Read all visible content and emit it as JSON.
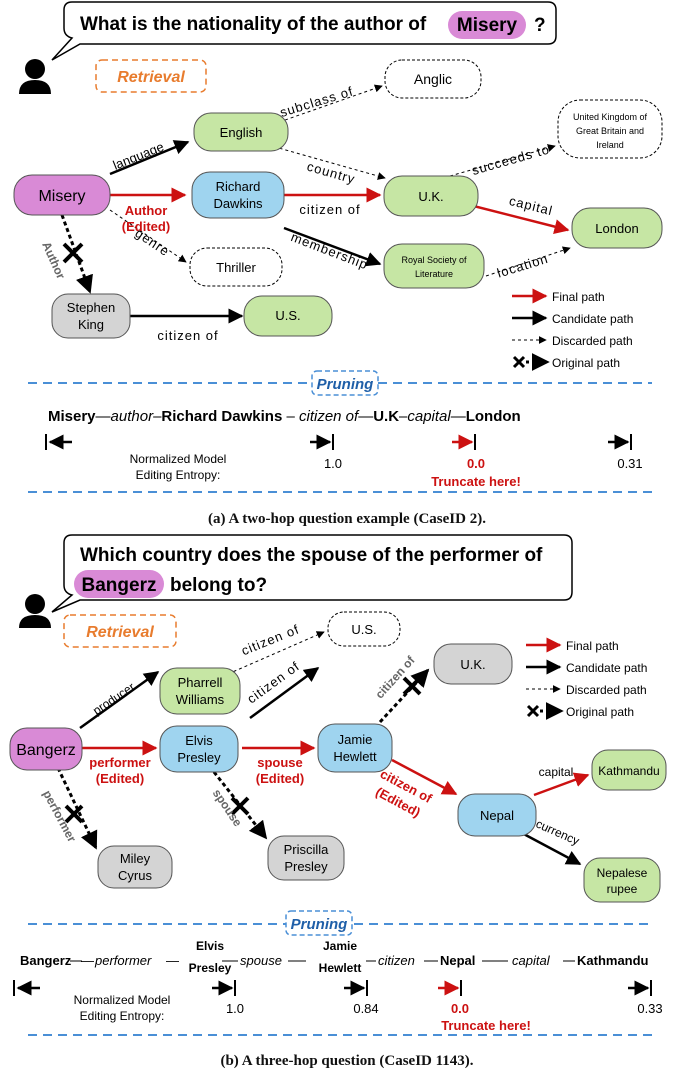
{
  "panel_a": {
    "question_prefix": "What is the nationality of the author of",
    "question_entity": "Misery",
    "question_suffix": "?",
    "retrieval_label": "Retrieval",
    "pruning_label": "Pruning",
    "nodes": {
      "misery": "Misery",
      "english": "English",
      "anglic": "Anglic",
      "uk_full": [
        "United Kingdom of",
        "Great Britain and",
        "Ireland"
      ],
      "richard": [
        "Richard",
        "Dawkins"
      ],
      "uk": "U.K.",
      "london": "London",
      "thriller": "Thriller",
      "rsl": [
        "Royal Society of",
        "Literature"
      ],
      "stephen": [
        "Stephen",
        "King"
      ],
      "us": "U.S."
    },
    "edges": {
      "language": "language",
      "subclass_of": "subclass of",
      "country": "country",
      "succeeds_to": "succeeds to",
      "author_edited": [
        "Author",
        "(Edited)"
      ],
      "citizen_of": "citizen of",
      "capital": "capital",
      "author_original": "Author",
      "genre": "genre",
      "membership": "membership",
      "location": "location",
      "citizen_of_2": "citizen of"
    },
    "legend": {
      "final": "Final path",
      "candidate": "Candidate path",
      "discarded": "Discarded path",
      "original": "Original path"
    },
    "path": {
      "misery": "Misery",
      "dash1": "—",
      "author": "author",
      "dash2": "–",
      "richard": "Richard Dawkins",
      "dash3": " – ",
      "citizen_of": "citizen of",
      "dash4": "—",
      "uk": "U.K",
      "dash5": "–",
      "capital": "capital",
      "dash6": "—",
      "london": "London"
    },
    "entropy_label": [
      "Normalized Model",
      "Editing Entropy:"
    ],
    "entropy_values": [
      "1.0",
      "0.0",
      "0.31"
    ],
    "truncate": "Truncate here!",
    "caption": "(a) A two-hop question example (CaseID 2)."
  },
  "panel_b": {
    "question_line1": "Which country does the spouse of the performer of",
    "question_entity": "Bangerz",
    "question_line2_suffix": "belong to?",
    "retrieval_label": "Retrieval",
    "pruning_label": "Pruning",
    "nodes": {
      "pharrell": [
        "Pharrell",
        "Williams"
      ],
      "us": "U.S.",
      "uk": "U.K.",
      "bangerz": "Bangerz",
      "elvis": [
        "Elvis",
        "Presley"
      ],
      "jamie": [
        "Jamie",
        "Hewlett"
      ],
      "kathmandu": "Kathmandu",
      "nepal": "Nepal",
      "miley": [
        "Miley",
        "Cyrus"
      ],
      "priscilla": [
        "Priscilla",
        "Presley"
      ],
      "rupee": [
        "Nepalese",
        "rupee"
      ]
    },
    "edges": {
      "producer": "producer",
      "citizen_of_a": "citizen of",
      "citizen_of_b": "citizen of",
      "citizen_of_c": "citizen of",
      "performer_edited": [
        "performer",
        "(Edited)"
      ],
      "spouse_edited": [
        "spouse",
        "(Edited)"
      ],
      "citizen_edited": [
        "citizen of",
        "(Edited)"
      ],
      "capital": "capital",
      "currency": "currency",
      "performer": "performer",
      "spouse": "spouse"
    },
    "legend": {
      "final": "Final path",
      "candidate": "Candidate path",
      "discarded": "Discarded path",
      "original": "Original path"
    },
    "path": {
      "bangerz": "Bangerz",
      "dash1": "—",
      "performer": "performer",
      "dash2": " —",
      "elvis": [
        "Elvis",
        "Presley"
      ],
      "spouse": "spouse",
      "jamie": [
        "Jamie",
        "Hewlett"
      ],
      "citizen": "citizen",
      "nepal": "Nepal",
      "capital": "capital",
      "kathmandu": "Kathmandu"
    },
    "entropy_label": [
      "Normalized Model",
      "Editing Entropy:"
    ],
    "entropy_values": [
      "1.0",
      "0.84",
      "0.0",
      "0.33"
    ],
    "truncate": "Truncate here!",
    "caption": "(b) A three-hop question (CaseID 1143)."
  },
  "colors": {
    "green": "#c6e6a4",
    "blue": "#9fd4ef",
    "pink": "#d98ad6",
    "gray": "#d4d4d4",
    "red": "#cc1111",
    "orange": "#e87c2e",
    "dashed_blue": "#4a8fd6",
    "pruning_text": "#1f5fa8"
  }
}
